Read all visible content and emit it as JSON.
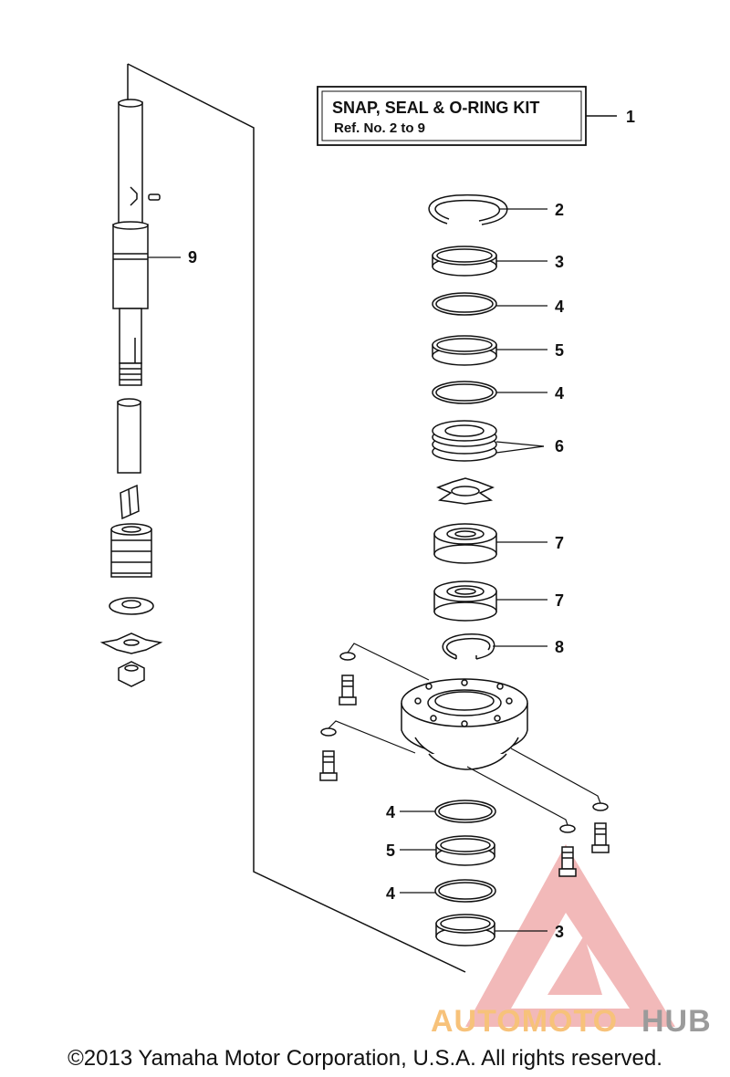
{
  "kit_box": {
    "title": "SNAP,  SEAL & O-RING KIT",
    "subtitle": "Ref.  No.  2  to  9",
    "ref": "1"
  },
  "callouts": {
    "c2": "2",
    "c3a": "3",
    "c4a": "4",
    "c5a": "5",
    "c4b": "4",
    "c6": "6",
    "c7a": "7",
    "c7b": "7",
    "c8": "8",
    "c9": "9",
    "c4c": "4",
    "c5b": "5",
    "c4d": "4",
    "c3b": "3"
  },
  "watermark": {
    "part1": "AUTOMOTO",
    "part2": "HUB",
    "color1": "#f7c27a",
    "color2": "#9b9b9b",
    "logo_color": "#e88080"
  },
  "footer": {
    "copyright": "©2013 Yamaha Motor Corporation, U.S.A. All rights reserved."
  }
}
